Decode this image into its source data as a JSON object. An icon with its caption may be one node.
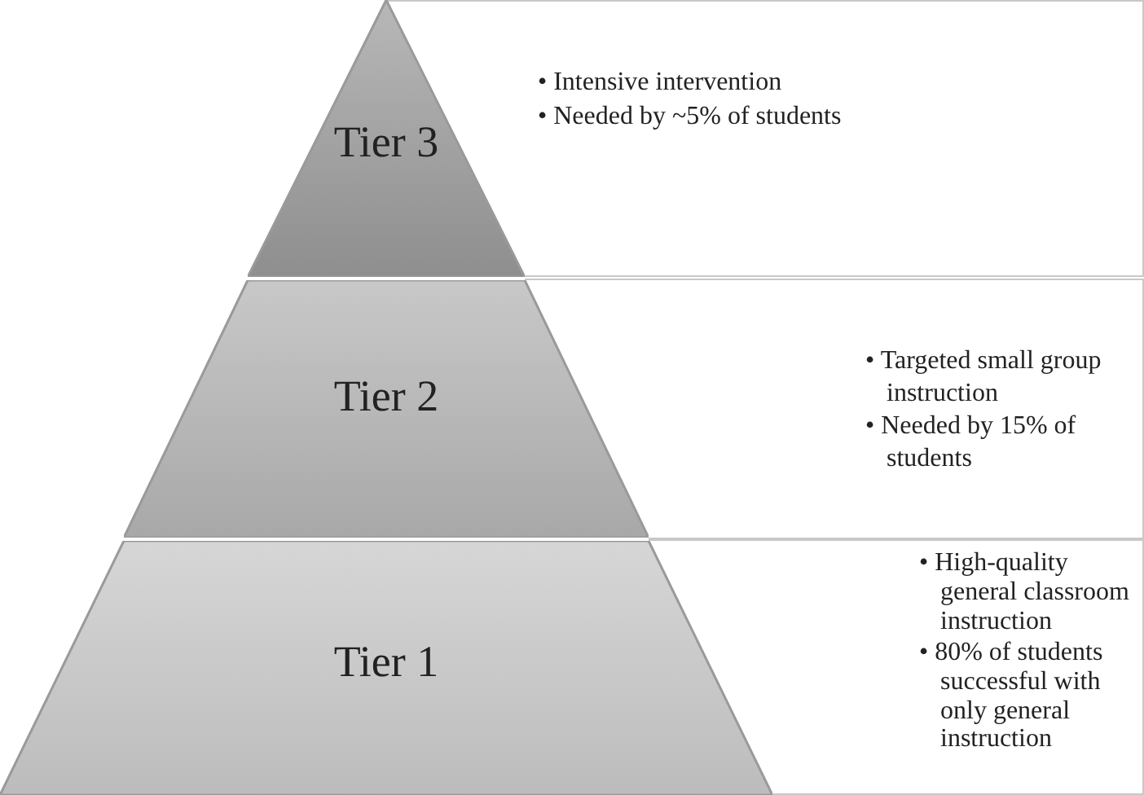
{
  "diagram": {
    "nodes": [
      {
        "text": [
          "Tier 3"
        ]
      },
      {
        "text": [
          "• Intensive intervention",
          "• Needed by ~5% of students"
        ]
      },
      {
        "text": [
          "Tier 2"
        ]
      },
      {
        "text": [
          "• Targeted small group instruction",
          "• Needed by 15% of students"
        ]
      },
      {
        "text": [
          "Tier 1"
        ]
      },
      {
        "text": [
          "• High-quality general classroom instruction",
          "• 80% of students successful with only general instruction"
        ]
      }
    ],
    "edges": []
  }
}
